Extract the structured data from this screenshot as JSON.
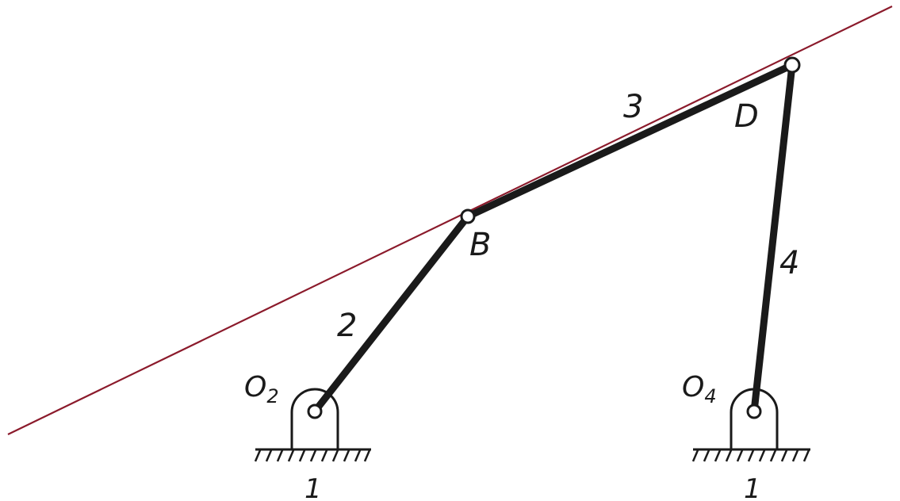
{
  "diagram": {
    "joints": {
      "b": "B",
      "d": "D"
    },
    "pivots": {
      "left": {
        "letter": "O",
        "subscript": "2"
      },
      "right": {
        "letter": "O",
        "subscript": "4"
      }
    },
    "links": {
      "crank": "2",
      "coupler": "3",
      "rocker": "4"
    },
    "ground_labels": {
      "left": "1",
      "right": "1"
    },
    "colors": {
      "ink": "#1a1a1a",
      "extension_line": "#8b1a2b"
    }
  }
}
